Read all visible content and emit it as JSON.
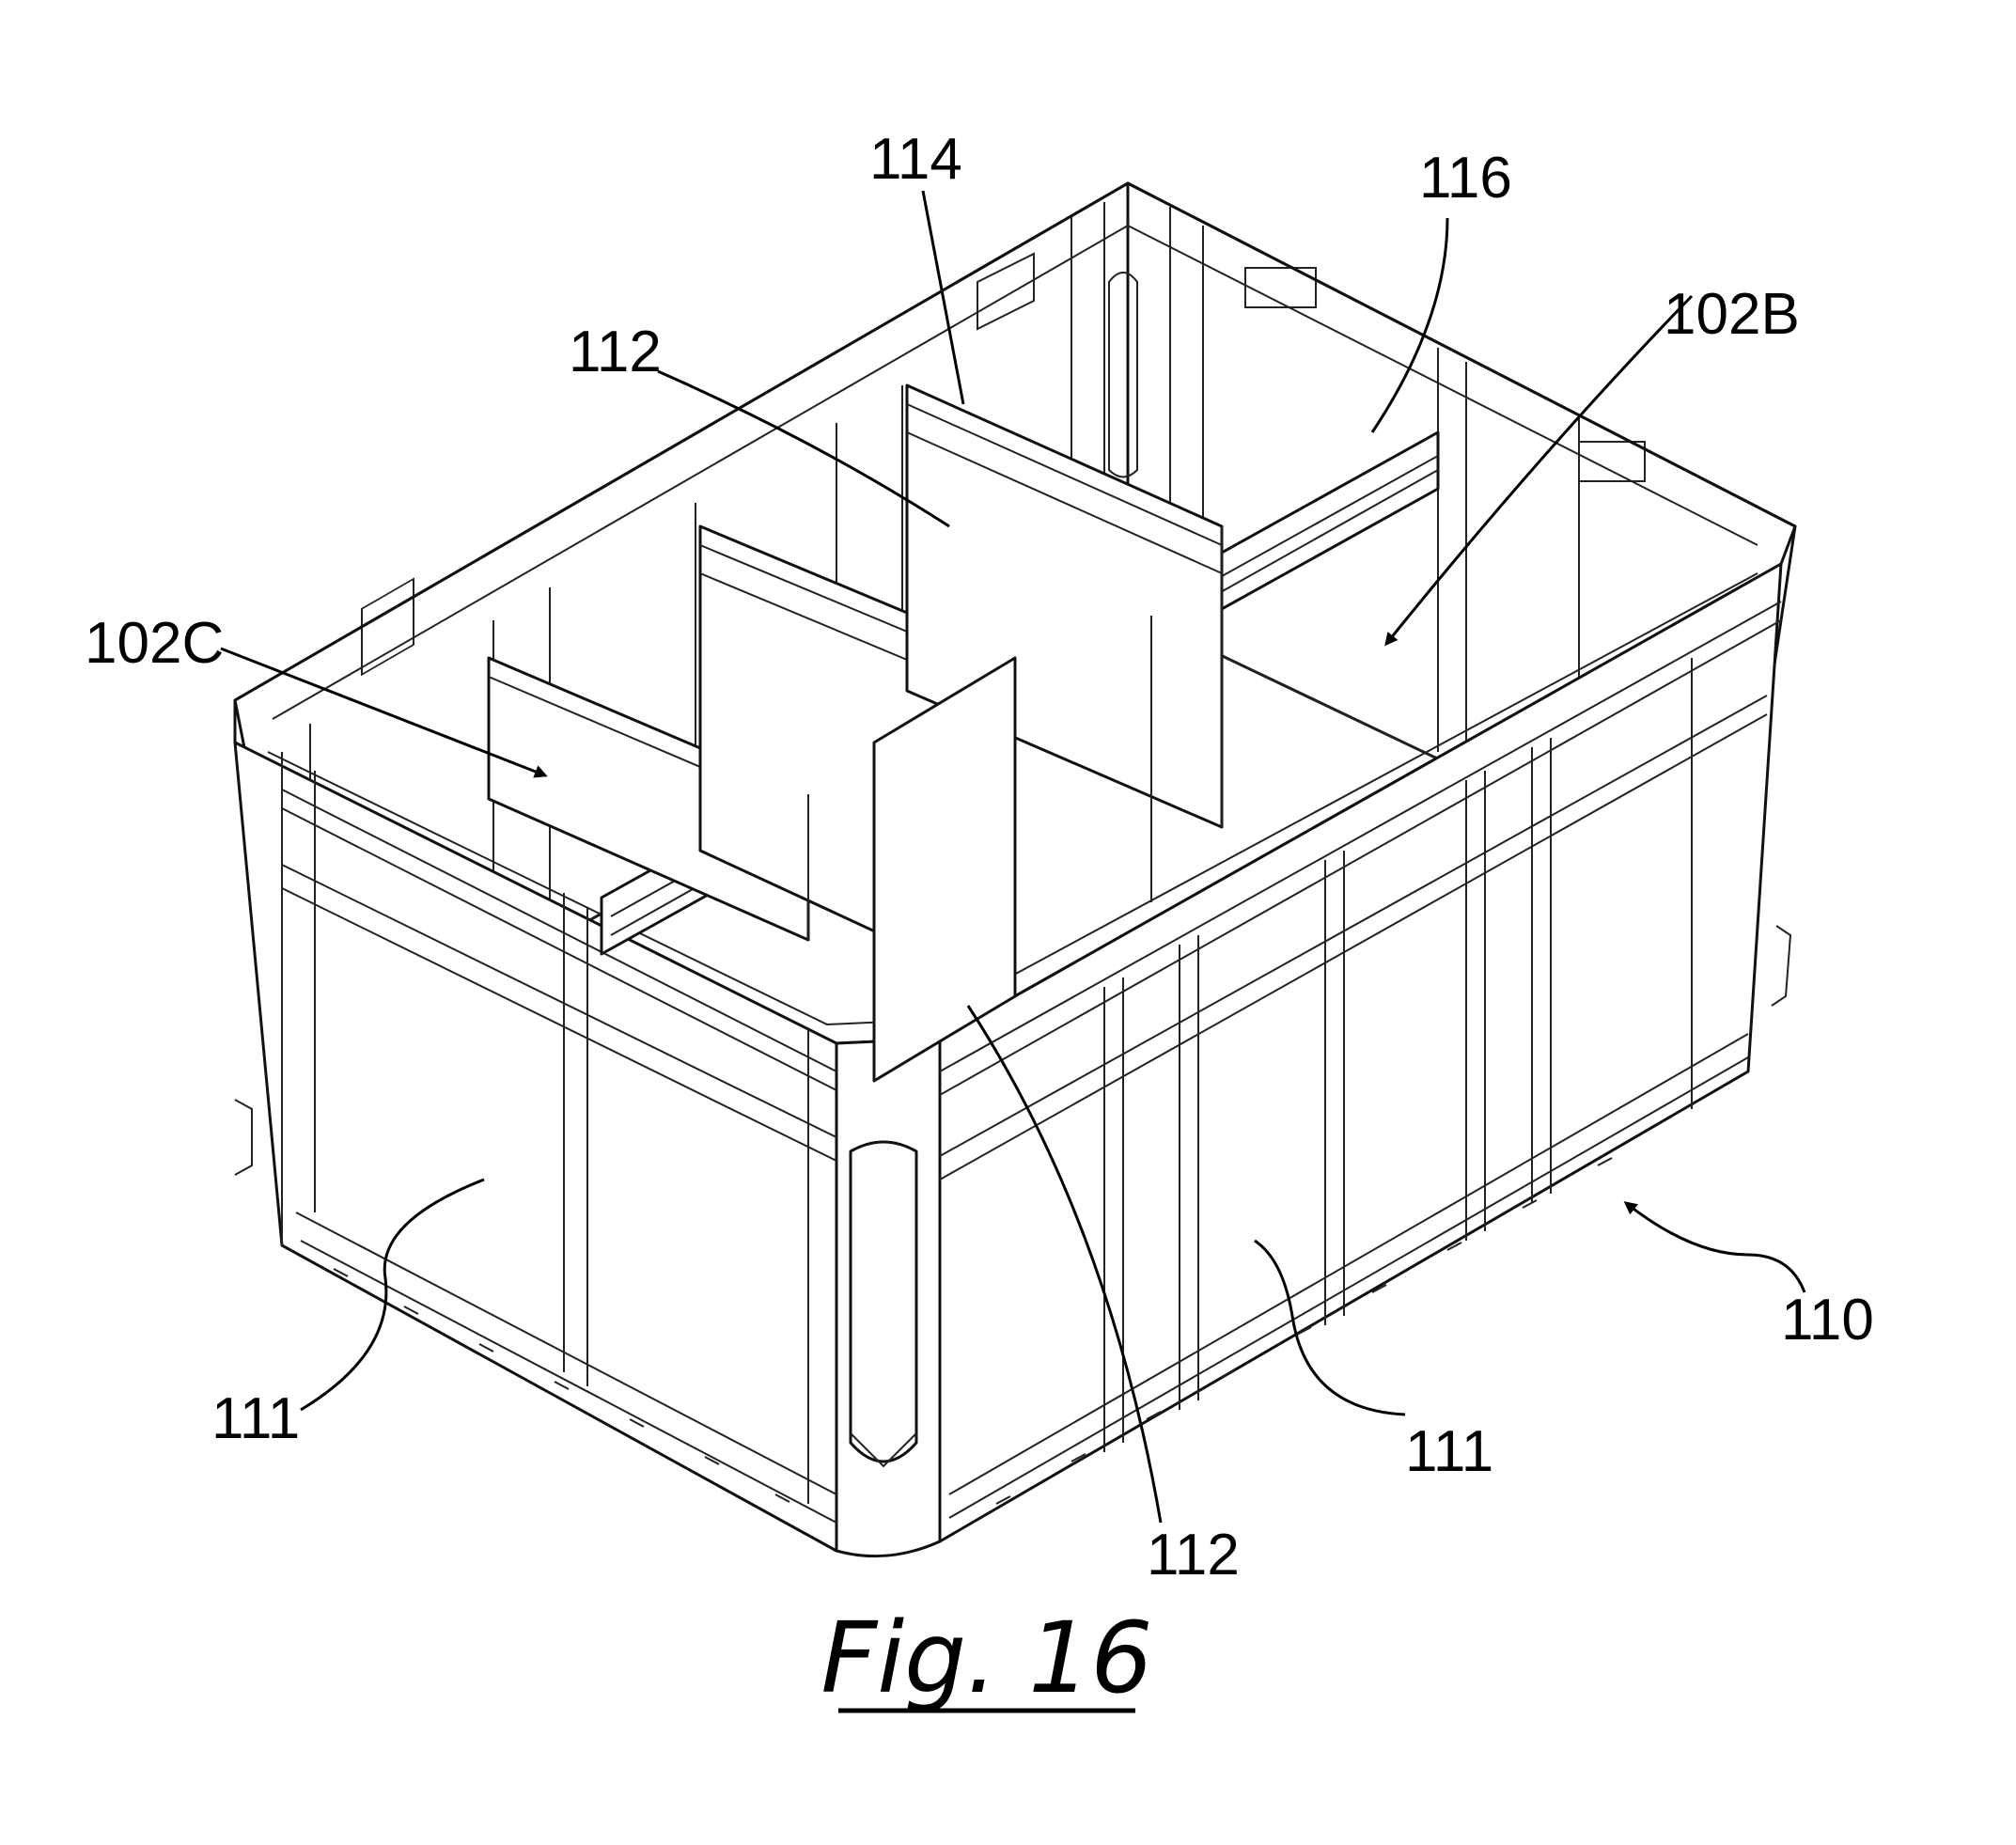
{
  "figure": {
    "caption": "Fig. 16",
    "labels": {
      "ref_114": "114",
      "ref_116": "116",
      "ref_112_top": "112",
      "ref_102B": "102B",
      "ref_102C": "102C",
      "ref_111_left": "111",
      "ref_112_bottom": "112",
      "ref_111_right": "111",
      "ref_110": "110"
    }
  }
}
